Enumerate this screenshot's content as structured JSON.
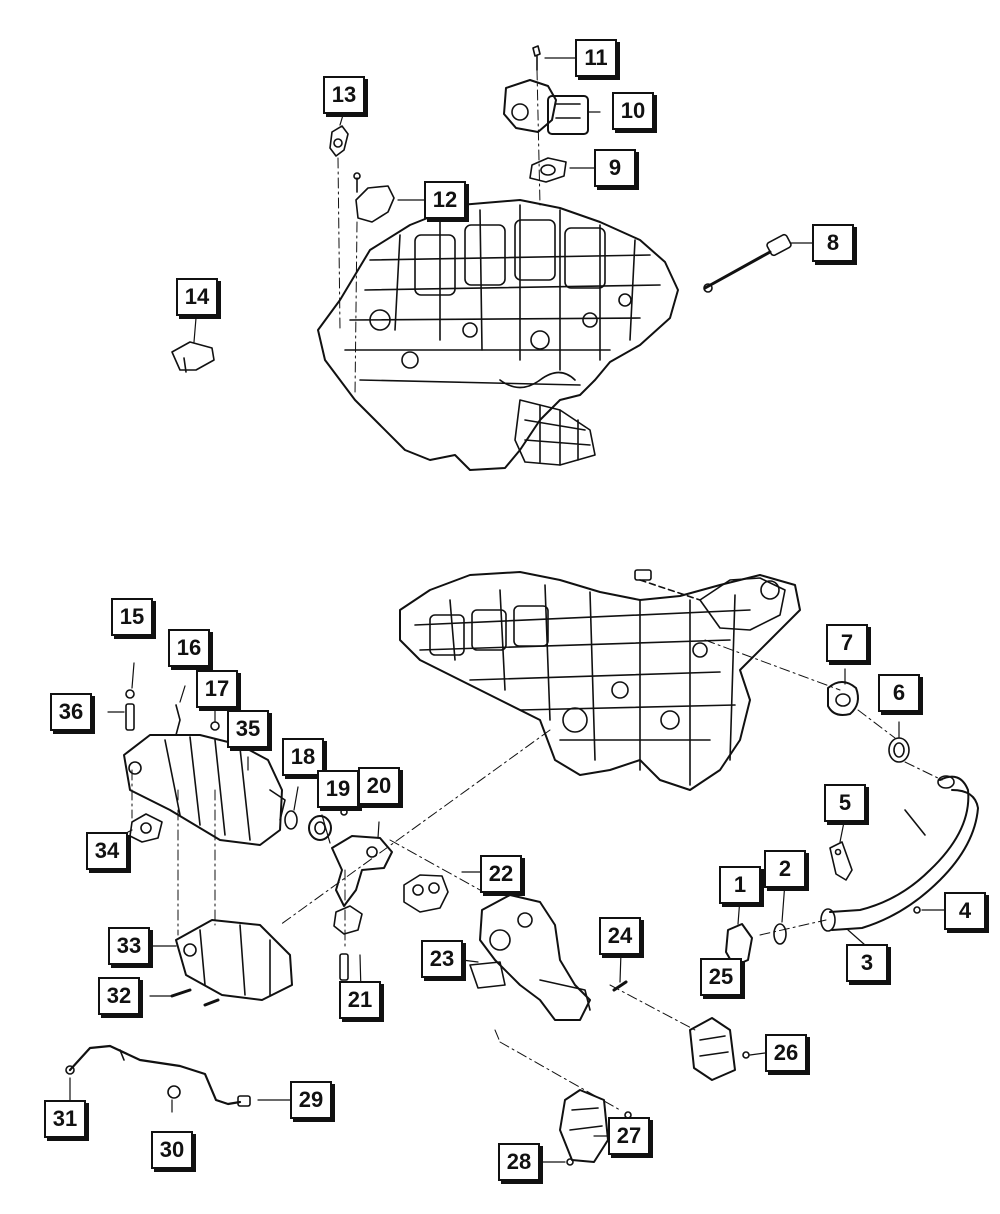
{
  "diagram": {
    "callouts": [
      {
        "id": "c1",
        "label": "1"
      },
      {
        "id": "c2",
        "label": "2"
      },
      {
        "id": "c3",
        "label": "3"
      },
      {
        "id": "c4",
        "label": "4"
      },
      {
        "id": "c5",
        "label": "5"
      },
      {
        "id": "c6",
        "label": "6"
      },
      {
        "id": "c7",
        "label": "7"
      },
      {
        "id": "c8",
        "label": "8"
      },
      {
        "id": "c9",
        "label": "9"
      },
      {
        "id": "c10",
        "label": "10"
      },
      {
        "id": "c11",
        "label": "11"
      },
      {
        "id": "c12",
        "label": "12"
      },
      {
        "id": "c13",
        "label": "13"
      },
      {
        "id": "c14",
        "label": "14"
      },
      {
        "id": "c15",
        "label": "15"
      },
      {
        "id": "c16",
        "label": "16"
      },
      {
        "id": "c17",
        "label": "17"
      },
      {
        "id": "c18",
        "label": "18"
      },
      {
        "id": "c19",
        "label": "19"
      },
      {
        "id": "c20",
        "label": "20"
      },
      {
        "id": "c21",
        "label": "21"
      },
      {
        "id": "c22",
        "label": "22"
      },
      {
        "id": "c23",
        "label": "23"
      },
      {
        "id": "c24",
        "label": "24"
      },
      {
        "id": "c25",
        "label": "25"
      },
      {
        "id": "c26",
        "label": "26"
      },
      {
        "id": "c27",
        "label": "27"
      },
      {
        "id": "c28",
        "label": "28"
      },
      {
        "id": "c29",
        "label": "29"
      },
      {
        "id": "c30",
        "label": "30"
      },
      {
        "id": "c31",
        "label": "31"
      },
      {
        "id": "c32",
        "label": "32"
      },
      {
        "id": "c33",
        "label": "33"
      },
      {
        "id": "c34",
        "label": "34"
      },
      {
        "id": "c35",
        "label": "35"
      },
      {
        "id": "c36",
        "label": "36"
      }
    ]
  }
}
